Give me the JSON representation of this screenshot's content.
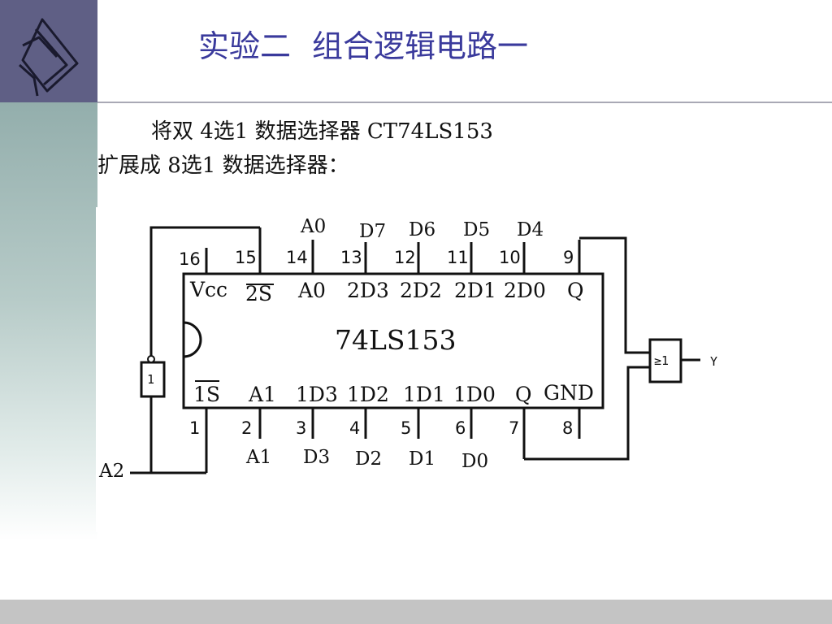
{
  "slide": {
    "title_part1": "实验二",
    "title_part2": "组合逻辑电路一",
    "desc_line1": "将双 4选1 数据选择器 CT74LS153",
    "desc_line2": "扩展成 8选1 数据选择器："
  },
  "circuit": {
    "chip_name": "74LS153",
    "top_pins": [
      {
        "num": "16",
        "label": "Vcc"
      },
      {
        "num": "15",
        "label": "2S"
      },
      {
        "num": "14",
        "label": "A0"
      },
      {
        "num": "13",
        "label": "2D3"
      },
      {
        "num": "12",
        "label": "2D2"
      },
      {
        "num": "11",
        "label": "2D1"
      },
      {
        "num": "10",
        "label": "2D0"
      },
      {
        "num": "9",
        "label": "Q"
      }
    ],
    "bottom_pins": [
      {
        "num": "1",
        "label": "1S"
      },
      {
        "num": "2",
        "label": "A1"
      },
      {
        "num": "3",
        "label": "1D3"
      },
      {
        "num": "4",
        "label": "1D2"
      },
      {
        "num": "5",
        "label": "1D1"
      },
      {
        "num": "6",
        "label": "1D0"
      },
      {
        "num": "7",
        "label": "Q"
      },
      {
        "num": "8",
        "label": "GND"
      }
    ],
    "top_signals": [
      "A0",
      "D7",
      "D6",
      "D5",
      "D4"
    ],
    "bottom_signals": [
      "A1",
      "D3",
      "D2",
      "D1",
      "D0"
    ],
    "input_A2": "A2",
    "output_Y": "Y",
    "inverter_label": "1",
    "or_gate_label": "≥1"
  }
}
